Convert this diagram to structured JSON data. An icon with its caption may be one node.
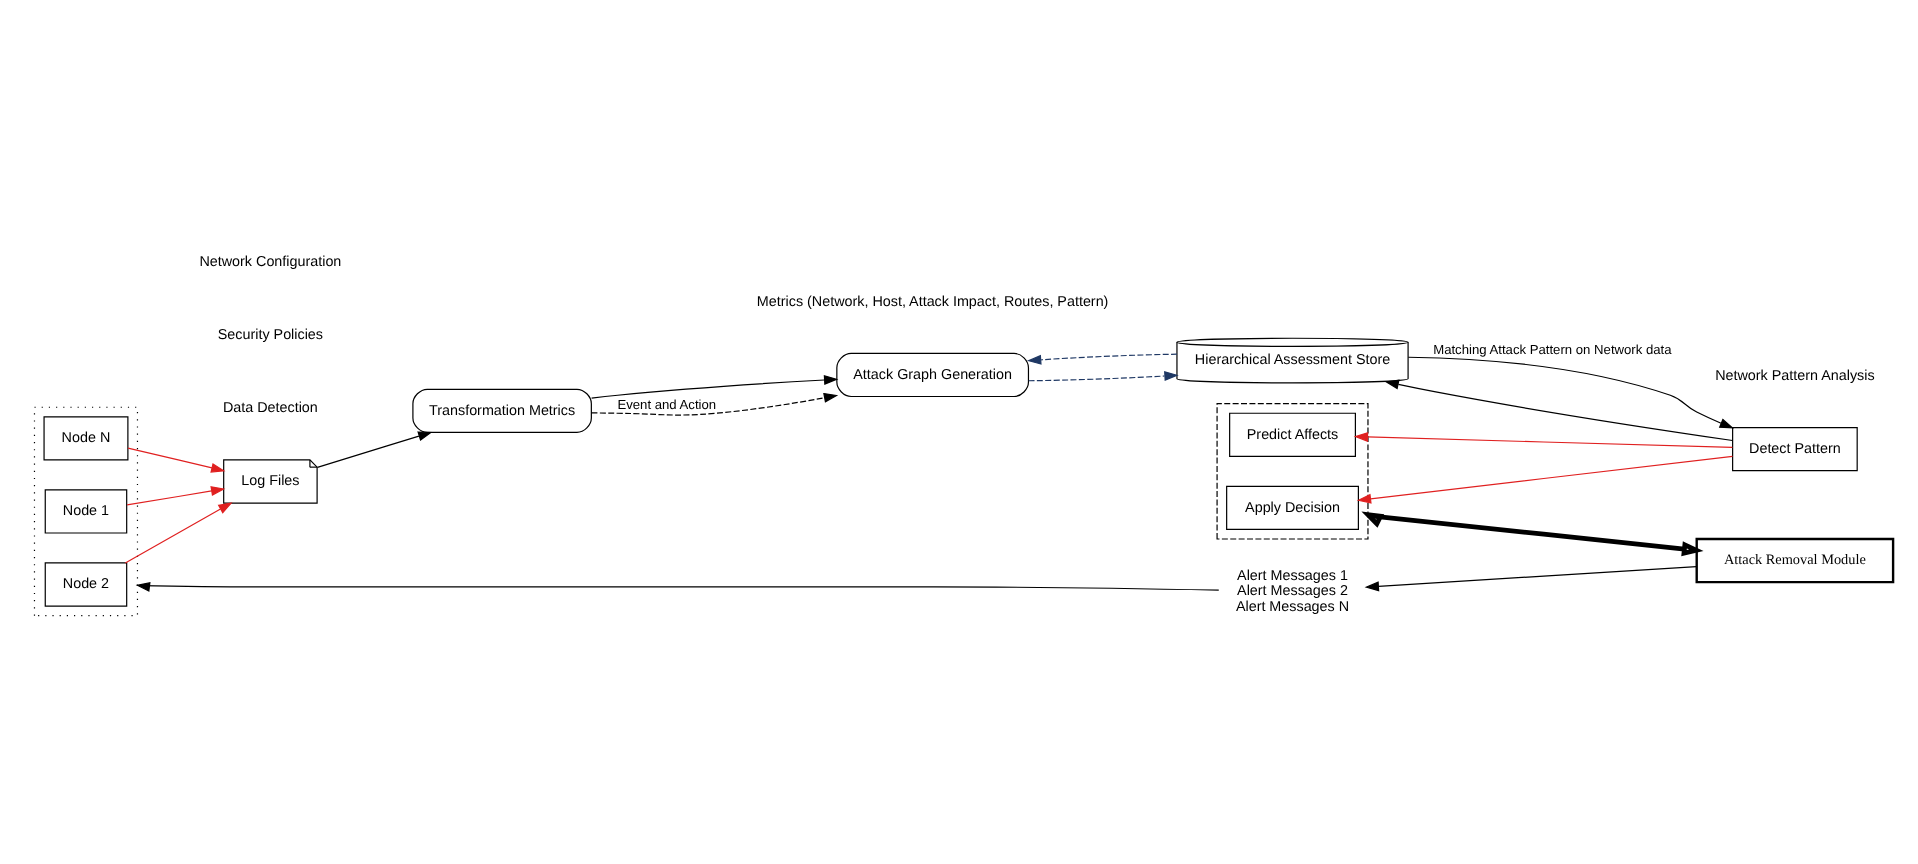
{
  "diagram": {
    "nodes": [
      {
        "text": [],
        "shape": "box"
      },
      {
        "text": [
          "Node 1"
        ],
        "in": 0
      },
      {
        "text": [
          "Node 2"
        ],
        "in": 0
      },
      {
        "text": [
          "Node N"
        ],
        "in": 0
      },
      {
        "text": [
          "Log Files"
        ],
        "beside": [
          "Data Detection"
        ]
      },
      {
        "text": [
          "Transformation Metrics"
        ]
      },
      {
        "text": [
          "Attack Graph Generation"
        ]
      },
      {
        "text": [
          "Hierarchical Assessment Store"
        ]
      },
      {
        "text": [
          "Detect Pattern"
        ]
      },
      {
        "text": [],
        "shape": "box"
      },
      {
        "text": [
          "Predict Affects"
        ],
        "in": 9
      },
      {
        "text": [
          "Apply Decision"
        ],
        "in": 9
      },
      {
        "text": [
          "Attack Removal Module"
        ]
      },
      {
        "text": [
          "Alert Messages 1",
          "Alert Messages 2",
          "Alert Messages N"
        ]
      }
    ],
    "edges": [
      {
        "from": 1,
        "to": 4,
        "arrow": "to",
        "color": "#e02020"
      },
      {
        "from": 2,
        "to": 4,
        "arrow": "to",
        "color": "#e02020"
      },
      {
        "from": 3,
        "to": 4,
        "arrow": "to",
        "color": "#e02020"
      },
      {
        "from": 4,
        "to": 5,
        "arrow": "to"
      },
      {
        "from": 5,
        "to": 6,
        "arrow": "to"
      },
      {
        "from": 5,
        "to": 6,
        "arrow": "to",
        "label": "Event and Action",
        "style": "dashed"
      },
      {
        "from": 6,
        "to": 7,
        "arrow": "to",
        "style": "dashed",
        "color": "#1f3864"
      },
      {
        "from": 7,
        "to": 6,
        "arrow": "to",
        "style": "dashed",
        "color": "#1f3864"
      },
      {
        "from": 7,
        "to": 8,
        "arrow": "to",
        "label": "Matching Attack Pattern on Network data"
      },
      {
        "from": 8,
        "to": 7,
        "arrow": "to"
      },
      {
        "from": 8,
        "to": 10,
        "arrow": "to",
        "color": "#e02020"
      },
      {
        "from": 8,
        "to": 11,
        "arrow": "to",
        "color": "#e02020"
      },
      {
        "from": 12,
        "to": 9,
        "arrow": "both",
        "style": "thick"
      },
      {
        "from": 12,
        "to": 13,
        "arrow": "to"
      },
      {
        "from": 13,
        "to": 0,
        "arrow": "to"
      }
    ],
    "labels": [
      "Security Policies",
      "Network Configuration",
      "Metrics (Network, Host, Attack Impact, Routes, Pattern)",
      "Network Pattern Analysis"
    ]
  }
}
